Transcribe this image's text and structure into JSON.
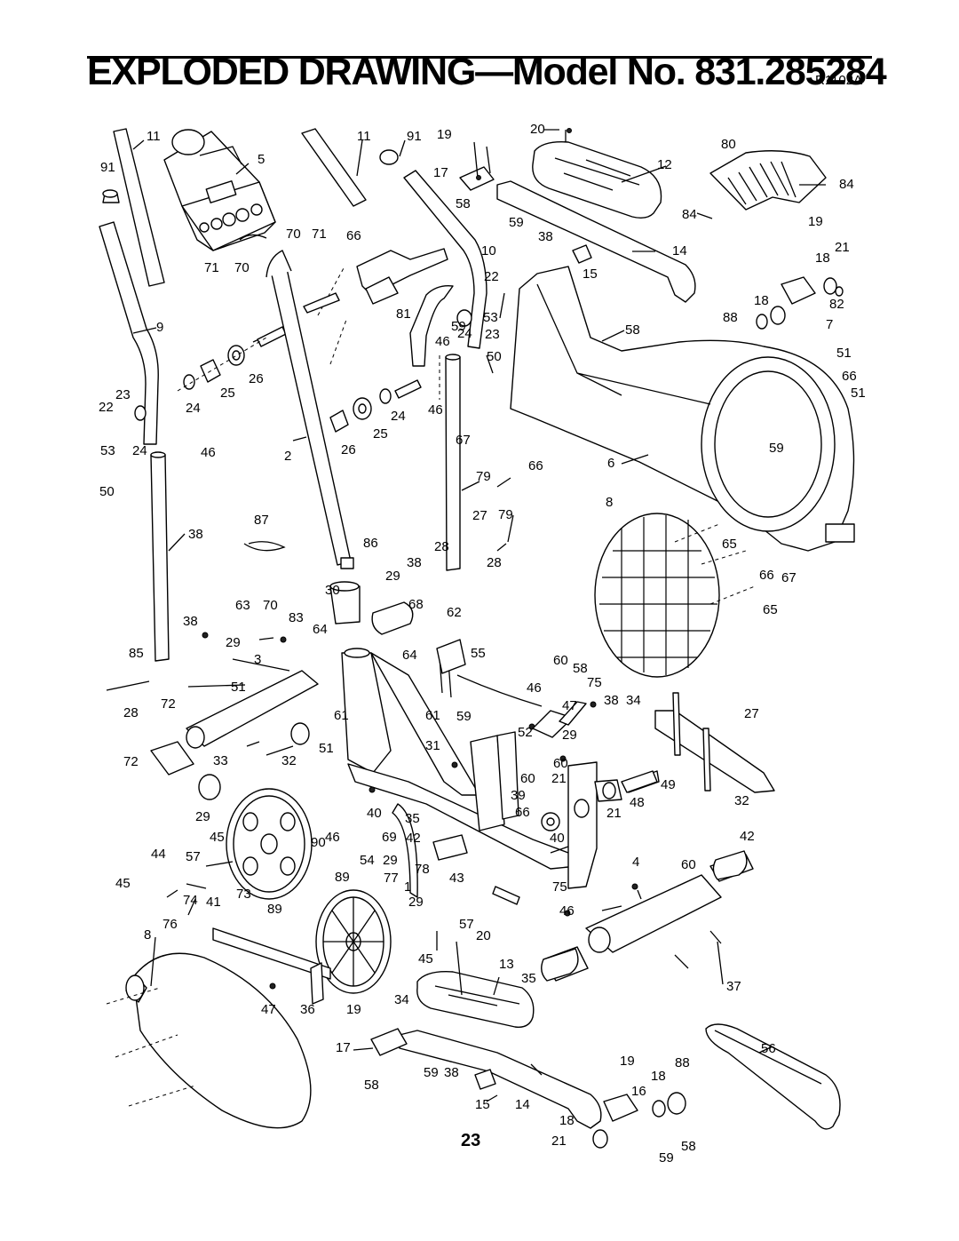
{
  "header": {
    "title": "EXPLODED DRAWING—Model No. 831.285284",
    "code": "R1102A"
  },
  "footer": {
    "page_number": "23"
  },
  "callouts": [
    "11",
    "91",
    "5",
    "11",
    "91",
    "19",
    "20",
    "80",
    "12",
    "84",
    "17",
    "58",
    "59",
    "84",
    "19",
    "70",
    "71",
    "66",
    "10",
    "38",
    "14",
    "18",
    "21",
    "71",
    "70",
    "22",
    "15",
    "18",
    "82",
    "9",
    "81",
    "53",
    "88",
    "58",
    "7",
    "59",
    "51",
    "46",
    "24",
    "23",
    "50",
    "26",
    "66",
    "25",
    "24",
    "46",
    "51",
    "22",
    "23",
    "24",
    "25",
    "59",
    "53",
    "24",
    "46",
    "2",
    "26",
    "67",
    "6",
    "50",
    "66",
    "79",
    "8",
    "27",
    "87",
    "38",
    "79",
    "86",
    "28",
    "65",
    "38",
    "28",
    "29",
    "66",
    "67",
    "30",
    "65",
    "63",
    "70",
    "83",
    "68",
    "62",
    "38",
    "64",
    "29",
    "64",
    "55",
    "60",
    "58",
    "3",
    "75",
    "38",
    "85",
    "46",
    "34",
    "51",
    "47",
    "27",
    "28",
    "72",
    "61",
    "61",
    "59",
    "52",
    "29",
    "31",
    "72",
    "33",
    "32",
    "51",
    "60",
    "60",
    "21",
    "49",
    "39",
    "48",
    "32",
    "29",
    "40",
    "21",
    "66",
    "35",
    "42",
    "45",
    "46",
    "69",
    "40",
    "42",
    "90",
    "44",
    "57",
    "54",
    "29",
    "4",
    "60",
    "45",
    "89",
    "77",
    "78",
    "43",
    "73",
    "1",
    "75",
    "74",
    "41",
    "89",
    "29",
    "46",
    "76",
    "57",
    "8",
    "20",
    "45",
    "13",
    "35",
    "37",
    "34",
    "47",
    "36",
    "19",
    "56",
    "17",
    "19",
    "88",
    "58",
    "59",
    "38",
    "18",
    "15",
    "14",
    "16",
    "18",
    "21",
    "58",
    "59"
  ]
}
